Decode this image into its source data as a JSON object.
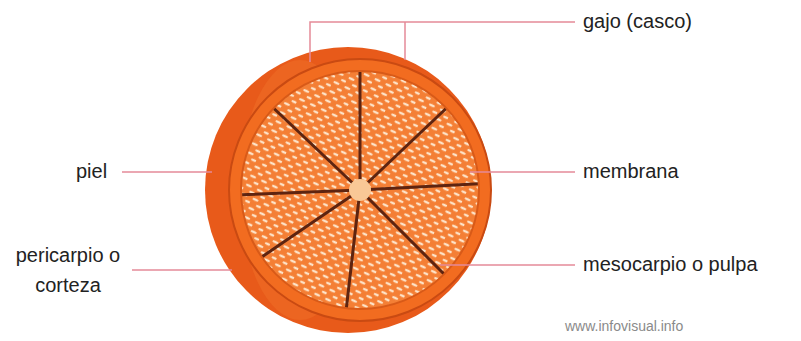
{
  "diagram": {
    "labels": [
      "gajo (casco)",
      "piel",
      "membrana",
      "pericarpio o corteza",
      "mesocarpio o pulpa",
      "www.infovisual.info"
    ]
  }
}
